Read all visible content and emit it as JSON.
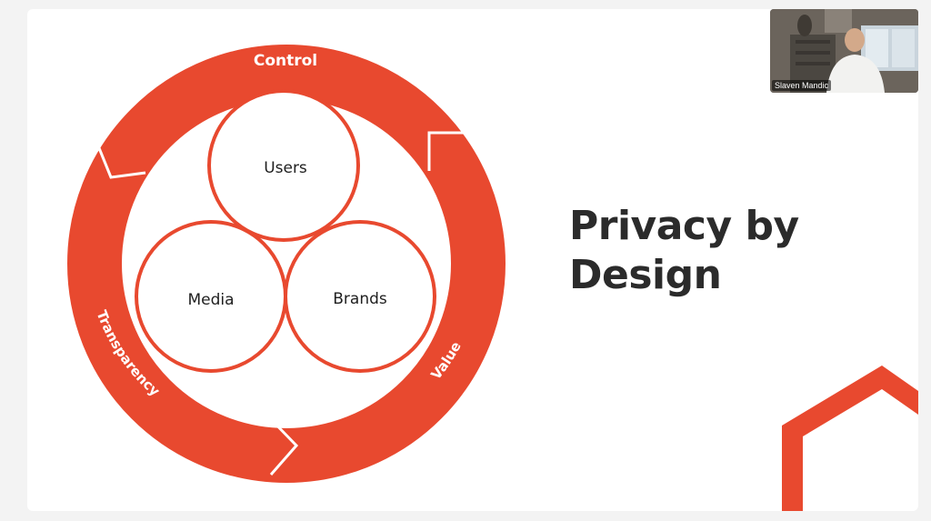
{
  "colors": {
    "accent": "#e8492f",
    "text_dark": "#2b2b2b",
    "background": "#ffffff"
  },
  "slide": {
    "title_line1": "Privacy by",
    "title_line2": "Design"
  },
  "diagram": {
    "ring_labels": {
      "top": "Control",
      "left": "Transparency",
      "right": "Value"
    },
    "circles": {
      "top": "Users",
      "left": "Media",
      "right": "Brands"
    }
  },
  "video": {
    "participant_name": "Slaven Mandic",
    "icon": "webcam-person-video"
  }
}
